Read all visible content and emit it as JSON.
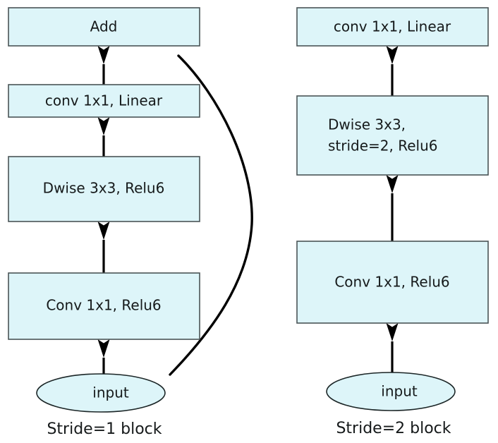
{
  "figure": {
    "background_color": "#ffffff",
    "node_fill_color": "#ddf5f9",
    "node_stroke_color": "#4a5456",
    "edge_color": "#000000",
    "text_color": "#15191a"
  },
  "blocks": [
    {
      "id": "stride1",
      "caption": "Stride=1 block",
      "input_label": "input",
      "nodes": [
        {
          "id": "s1-add",
          "label": "Add",
          "shape": "rect"
        },
        {
          "id": "s1-conv2",
          "label": "conv 1x1, Linear",
          "shape": "rect"
        },
        {
          "id": "s1-dwise",
          "label": "Dwise 3x3, Relu6",
          "shape": "rect"
        },
        {
          "id": "s1-conv1",
          "label": "Conv 1x1, Relu6",
          "shape": "rect"
        },
        {
          "id": "s1-input",
          "label": "input",
          "shape": "ellipse"
        }
      ],
      "edges": [
        {
          "from": "s1-input",
          "to": "s1-conv1",
          "kind": "straight"
        },
        {
          "from": "s1-conv1",
          "to": "s1-dwise",
          "kind": "straight"
        },
        {
          "from": "s1-dwise",
          "to": "s1-conv2",
          "kind": "straight"
        },
        {
          "from": "s1-conv2",
          "to": "s1-add",
          "kind": "straight"
        },
        {
          "from": "s1-input",
          "to": "s1-add",
          "kind": "curved-skip"
        }
      ]
    },
    {
      "id": "stride2",
      "caption": "Stride=2 block",
      "input_label": "input",
      "nodes": [
        {
          "id": "s2-conv2",
          "label": "conv 1x1, Linear",
          "shape": "rect"
        },
        {
          "id": "s2-dwise",
          "label": "Dwise 3x3,\nstride=2, Relu6",
          "shape": "rect",
          "label_line1": "Dwise 3x3,",
          "label_line2": "stride=2, Relu6"
        },
        {
          "id": "s2-conv1",
          "label": "Conv 1x1, Relu6",
          "shape": "rect"
        },
        {
          "id": "s2-input",
          "label": "input",
          "shape": "ellipse"
        }
      ],
      "edges": [
        {
          "from": "s2-input",
          "to": "s2-conv1",
          "kind": "straight"
        },
        {
          "from": "s2-conv1",
          "to": "s2-dwise",
          "kind": "straight"
        },
        {
          "from": "s2-dwise",
          "to": "s2-conv2",
          "kind": "straight"
        }
      ]
    }
  ],
  "labels": {
    "left_add": "Add",
    "left_conv_linear": "conv 1x1, Linear",
    "left_dwise": "Dwise 3x3, Relu6",
    "left_conv_relu": "Conv 1x1, Relu6",
    "left_input": "input",
    "left_caption": "Stride=1 block",
    "right_conv_linear": "conv 1x1, Linear",
    "right_dwise_line1": "Dwise 3x3,",
    "right_dwise_line2": "stride=2, Relu6",
    "right_conv_relu": "Conv 1x1, Relu6",
    "right_input": "input",
    "right_caption": "Stride=2 block"
  }
}
